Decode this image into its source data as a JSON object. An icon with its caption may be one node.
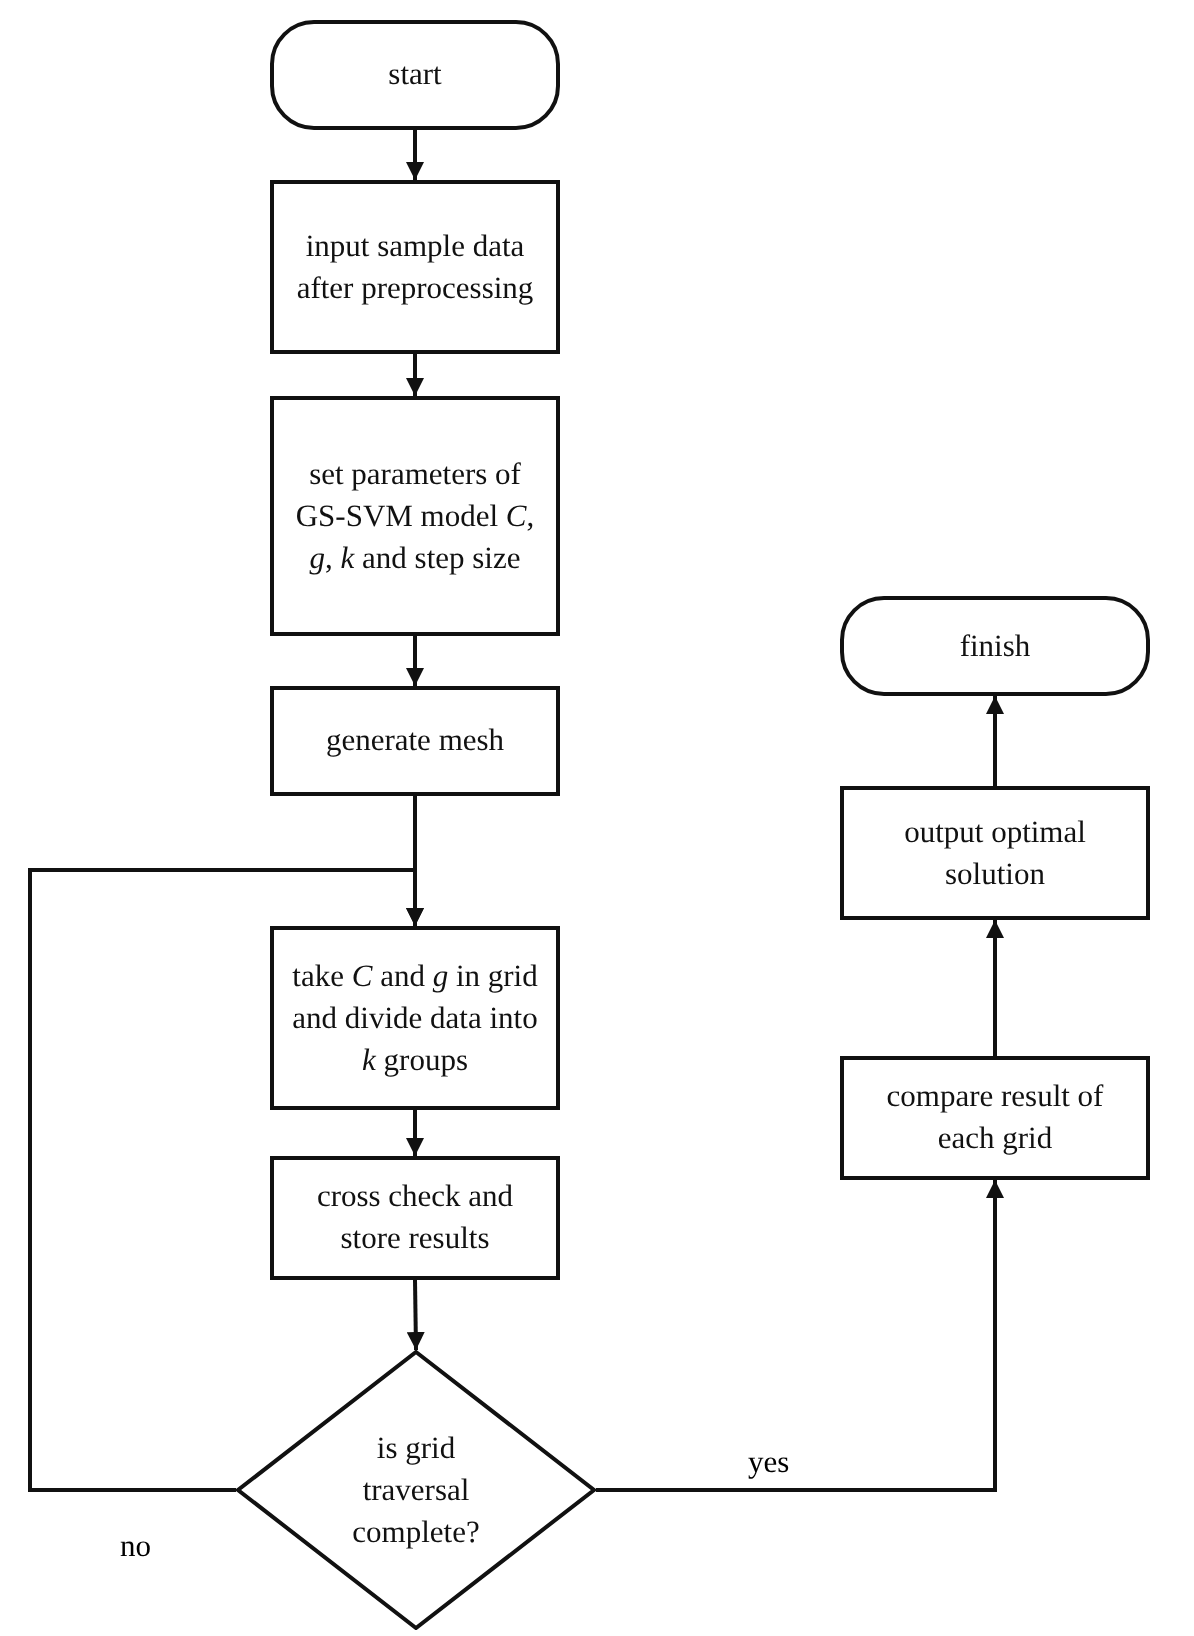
{
  "diagram": {
    "nodes": [
      {
        "text": [
          "start"
        ]
      },
      {
        "text": [
          "input sample data after preprocessing"
        ]
      },
      {
        "text": [
          "set parameters of GS-SVM model *C*, *g*, *k* and step size"
        ]
      },
      {
        "text": [
          "generate mesh"
        ]
      },
      {
        "text": [
          "take *C* and *g* in grid and divide data into *k* groups"
        ]
      },
      {
        "text": [
          "cross check and store results"
        ]
      },
      {
        "text": [
          "is grid traversal complete?"
        ]
      },
      {
        "text": [
          "compare result of each grid"
        ]
      },
      {
        "text": [
          "output optimal solution"
        ]
      },
      {
        "text": [
          "finish"
        ]
      }
    ],
    "edges": [
      {
        "from": 0,
        "to": 1,
        "arrow": "to"
      },
      {
        "from": 1,
        "to": 2,
        "arrow": "to"
      },
      {
        "from": 2,
        "to": 3,
        "arrow": "to"
      },
      {
        "from": 3,
        "to": 4,
        "arrow": "to"
      },
      {
        "from": 4,
        "to": 5,
        "arrow": "to"
      },
      {
        "from": 5,
        "to": 6,
        "arrow": "to"
      },
      {
        "from": 6,
        "to": 4,
        "arrow": "to",
        "label": "no"
      },
      {
        "from": 6,
        "to": 7,
        "arrow": "to",
        "label": "yes"
      },
      {
        "from": 7,
        "to": 8,
        "arrow": "to"
      },
      {
        "from": 8,
        "to": 9,
        "arrow": "to"
      }
    ]
  }
}
